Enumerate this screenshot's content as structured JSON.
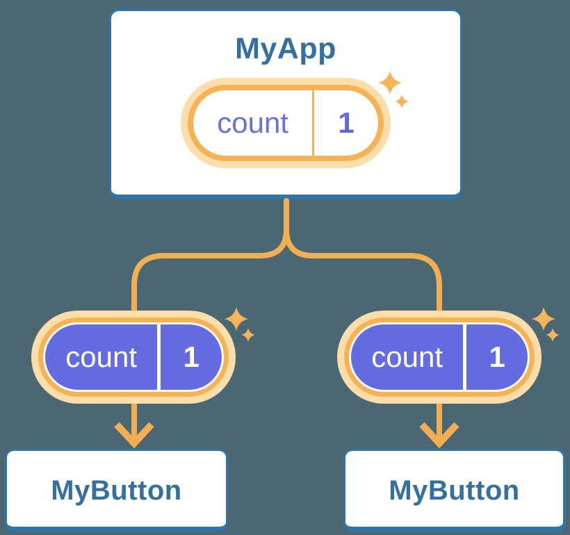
{
  "diagram": {
    "parent": {
      "title": "MyApp",
      "state": {
        "name": "count",
        "value": "1"
      }
    },
    "children": [
      {
        "title": "MyButton",
        "prop": {
          "name": "count",
          "value": "1"
        }
      },
      {
        "title": "MyButton",
        "prop": {
          "name": "count",
          "value": "1"
        }
      }
    ]
  },
  "icons": {
    "sparkle": "four-point-star",
    "arrow": "arrow-down-chevron"
  },
  "colors": {
    "background": "#4B6872",
    "card_fill": "#FFFFFF",
    "card_border": "#2F75A9",
    "text_blue": "#33709F",
    "wire_orange": "#F2AE52",
    "ring_orange": "#F6B355",
    "halo_orange": "#FCDEAC",
    "sparkle_orange": "#F4B459",
    "pill_purple": "#656CE0",
    "pill_text_purple": "#6770E0"
  }
}
